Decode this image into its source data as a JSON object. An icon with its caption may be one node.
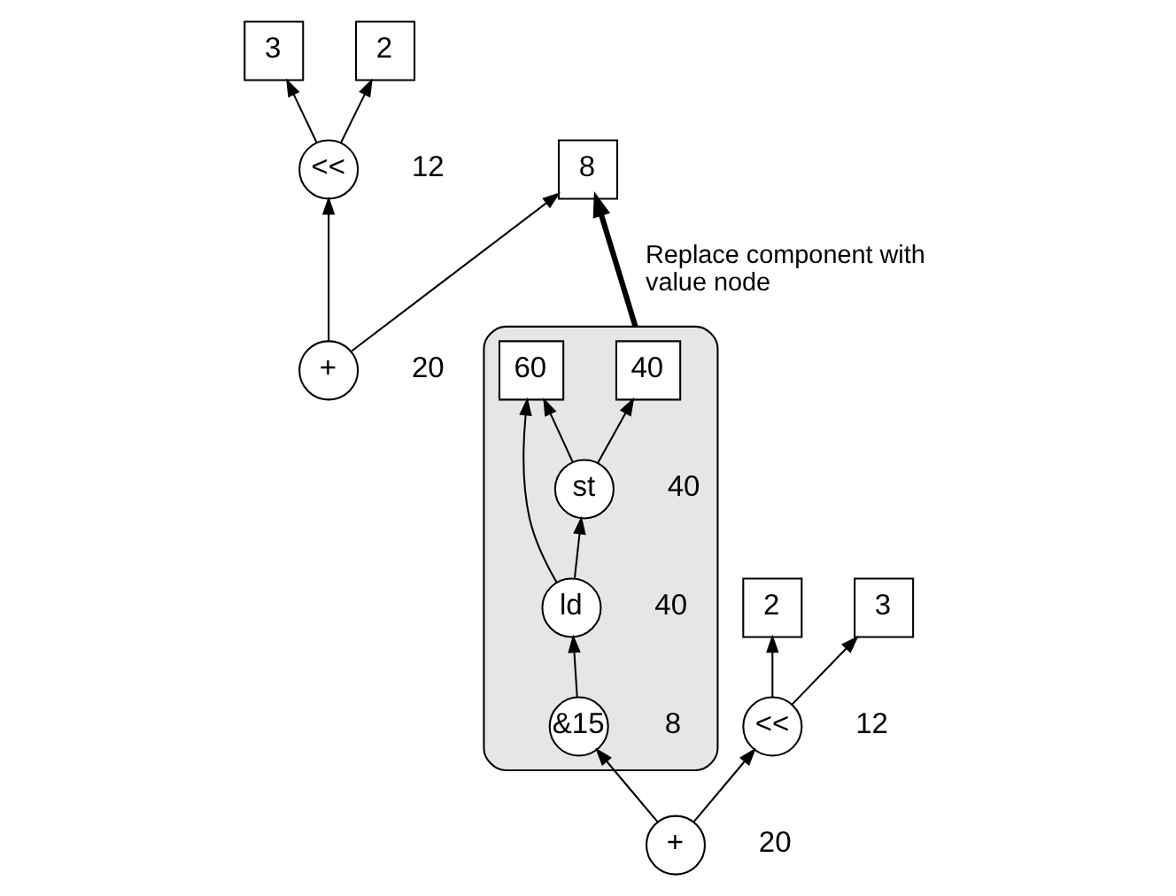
{
  "diagram": {
    "nodes": [
      {
        "text": [],
        "shape": "ellipse"
      },
      {
        "text": [
          "40"
        ],
        "in": 0
      },
      {
        "text": [
          "60"
        ],
        "in": 0
      },
      {
        "text": [
          "3"
        ]
      },
      {
        "text": [
          "2"
        ]
      },
      {
        "text": [
          "8"
        ]
      },
      {
        "text": [
          "3"
        ]
      },
      {
        "text": [
          "2"
        ]
      },
      {
        "text": [
          "st"
        ],
        "in": 0,
        "beside": [
          "40"
        ]
      },
      {
        "text": [
          "<<"
        ],
        "beside": [
          "12"
        ]
      },
      {
        "text": [
          "ld"
        ],
        "in": 0,
        "beside": [
          "40"
        ]
      },
      {
        "text": [
          "&15"
        ],
        "in": 0,
        "beside": [
          "8"
        ]
      },
      {
        "text": [
          "+"
        ],
        "beside": [
          "20"
        ]
      },
      {
        "text": [
          "<<"
        ],
        "beside": [
          "12"
        ]
      },
      {
        "text": [
          "+"
        ],
        "beside": [
          "20"
        ]
      }
    ],
    "edges": [
      {
        "from": 8,
        "to": 1,
        "arrow": "to"
      },
      {
        "from": 8,
        "to": 2,
        "arrow": "to"
      },
      {
        "from": 10,
        "to": 2,
        "arrow": "to"
      },
      {
        "from": 10,
        "to": 8,
        "arrow": "to"
      },
      {
        "from": 11,
        "to": 10,
        "arrow": "to"
      },
      {
        "from": 12,
        "to": 11,
        "arrow": "to"
      },
      {
        "from": 12,
        "to": 9,
        "arrow": "to"
      },
      {
        "from": 9,
        "to": 3,
        "arrow": "to"
      },
      {
        "from": 9,
        "to": 4,
        "arrow": "to"
      },
      {
        "from": 0,
        "to": 5,
        "arrow": "to",
        "style": "thick",
        "label": "Replace component with value node"
      },
      {
        "from": 14,
        "to": 5,
        "arrow": "to"
      },
      {
        "from": 14,
        "to": 13,
        "arrow": "to"
      },
      {
        "from": 13,
        "to": 6,
        "arrow": "to"
      },
      {
        "from": 13,
        "to": 7,
        "arrow": "to"
      }
    ]
  }
}
